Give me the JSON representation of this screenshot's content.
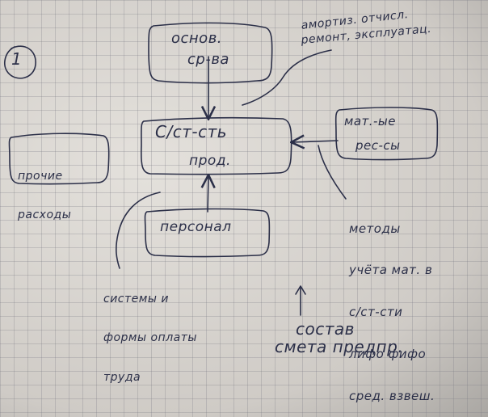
{
  "diagram": {
    "number": "1",
    "center_box": {
      "line1": "С/ст-сть",
      "line2": "прод."
    },
    "fixed_assets_box": {
      "line1": "основ.",
      "line2": "ср-ва"
    },
    "other_expenses_box": {
      "lines": [
        "прочие",
        "расходы"
      ]
    },
    "personnel_box": {
      "label": "персонал"
    },
    "materials_box": {
      "line1": "мат.-ые",
      "line2": "рес-сы"
    },
    "annotations": {
      "depreciation_line1": "амортиз. отчисл.",
      "depreciation_line2": "ремонт, эксплуатац.",
      "methods_lines": [
        "методы",
        "учёта мат. в",
        "с/ст-сти",
        "лифо фифо",
        "сред. взвеш."
      ],
      "pay_system_lines": [
        "системы и",
        "формы оплаты",
        "труда"
      ],
      "composition_line1": "состав",
      "composition_line2": "смета предпр."
    },
    "colors": {
      "ink": "#2b2f48",
      "paper": "#d9d6d2",
      "grid": "#8a8a96"
    }
  }
}
